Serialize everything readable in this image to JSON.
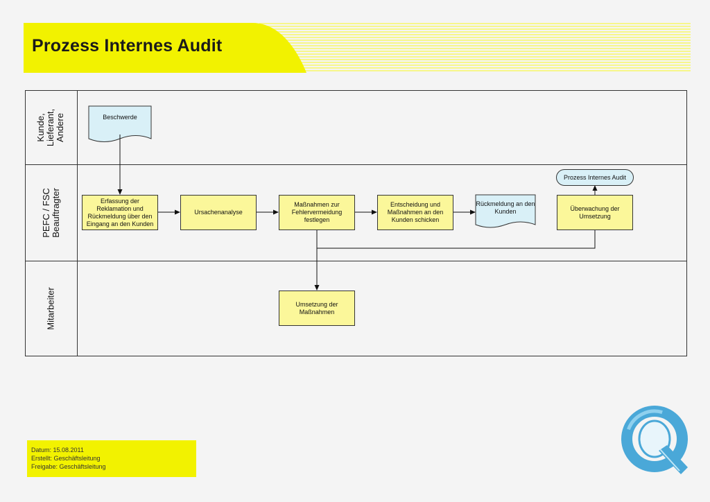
{
  "title": "Prozess Internes Audit",
  "lanes": [
    {
      "label": "Kunde,\nLieferant,\nAndere"
    },
    {
      "label": "PEFC / FSC\nBeauftragter"
    },
    {
      "label": "Mitarbeiter"
    }
  ],
  "nodes": {
    "beschwerde": "Beschwerde",
    "erfassung": "Erfassung der Reklamation und Rückmeldung über den Eingang an den Kunden",
    "ursachenanalyse": "Ursachenanalyse",
    "massnahmen_fehler": "Maßnahmen zur Fehlervermeidung festlegen",
    "entscheidung": "Entscheidung und Maßnahmen an den Kunden schicken",
    "rueckmeldung": "Rückmeldung an den Kunden",
    "ueberwachung": "Überwachung der Umsetzung",
    "prozess_audit": "Prozess Internes Audit",
    "umsetzung": "Umsetzung der Maßnahmen"
  },
  "info": {
    "datum": "Datum: 15.08.2011",
    "erstellt": "Erstellt: Geschäftsleitung",
    "freigabe": "Freigabe: Geschäftsleitung"
  },
  "colors": {
    "banner": "#f2f200",
    "process_box": "#fbf79a",
    "document": "#d9f0f7",
    "logo": "#4aa8d8"
  },
  "icons": {
    "logo": "q-logo-icon"
  }
}
